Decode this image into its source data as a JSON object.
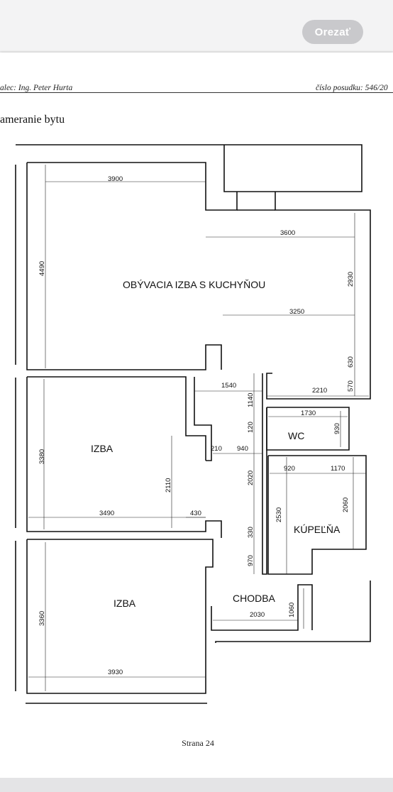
{
  "toolbar": {
    "crop_label": "Orezať"
  },
  "document": {
    "header_left": "alec: Ing. Peter Hurta",
    "header_right": "číslo posudku: 546/20",
    "section_title": "ameranie bytu",
    "page_number": "Strana 24"
  },
  "rooms": {
    "living": "OBÝVACIA IZBA S KUCHYŇOU",
    "room1": "IZBA",
    "room2": "IZBA",
    "wc": "WC",
    "bathroom": "KÚPEĽŇA",
    "hall": "CHODBA"
  },
  "dims": {
    "d3900": "3900",
    "d4490": "4490",
    "d3600": "3600",
    "d2930": "2930",
    "d3250": "3250",
    "d630": "630",
    "d570": "570",
    "d1540": "1540",
    "d2210": "2210",
    "d1140": "1140",
    "d1730": "1730",
    "d930": "930",
    "d120": "120",
    "d210": "210",
    "d940": "940",
    "d3380": "3380",
    "d2110": "2110",
    "d3490": "3490",
    "d430": "430",
    "d920": "920",
    "d1170": "1170",
    "d2020": "2020",
    "d2530": "2530",
    "d2060": "2060",
    "d330": "330",
    "d970": "970",
    "d3360": "3360",
    "d2030": "2030",
    "d1060": "1060",
    "d3930": "3930"
  }
}
